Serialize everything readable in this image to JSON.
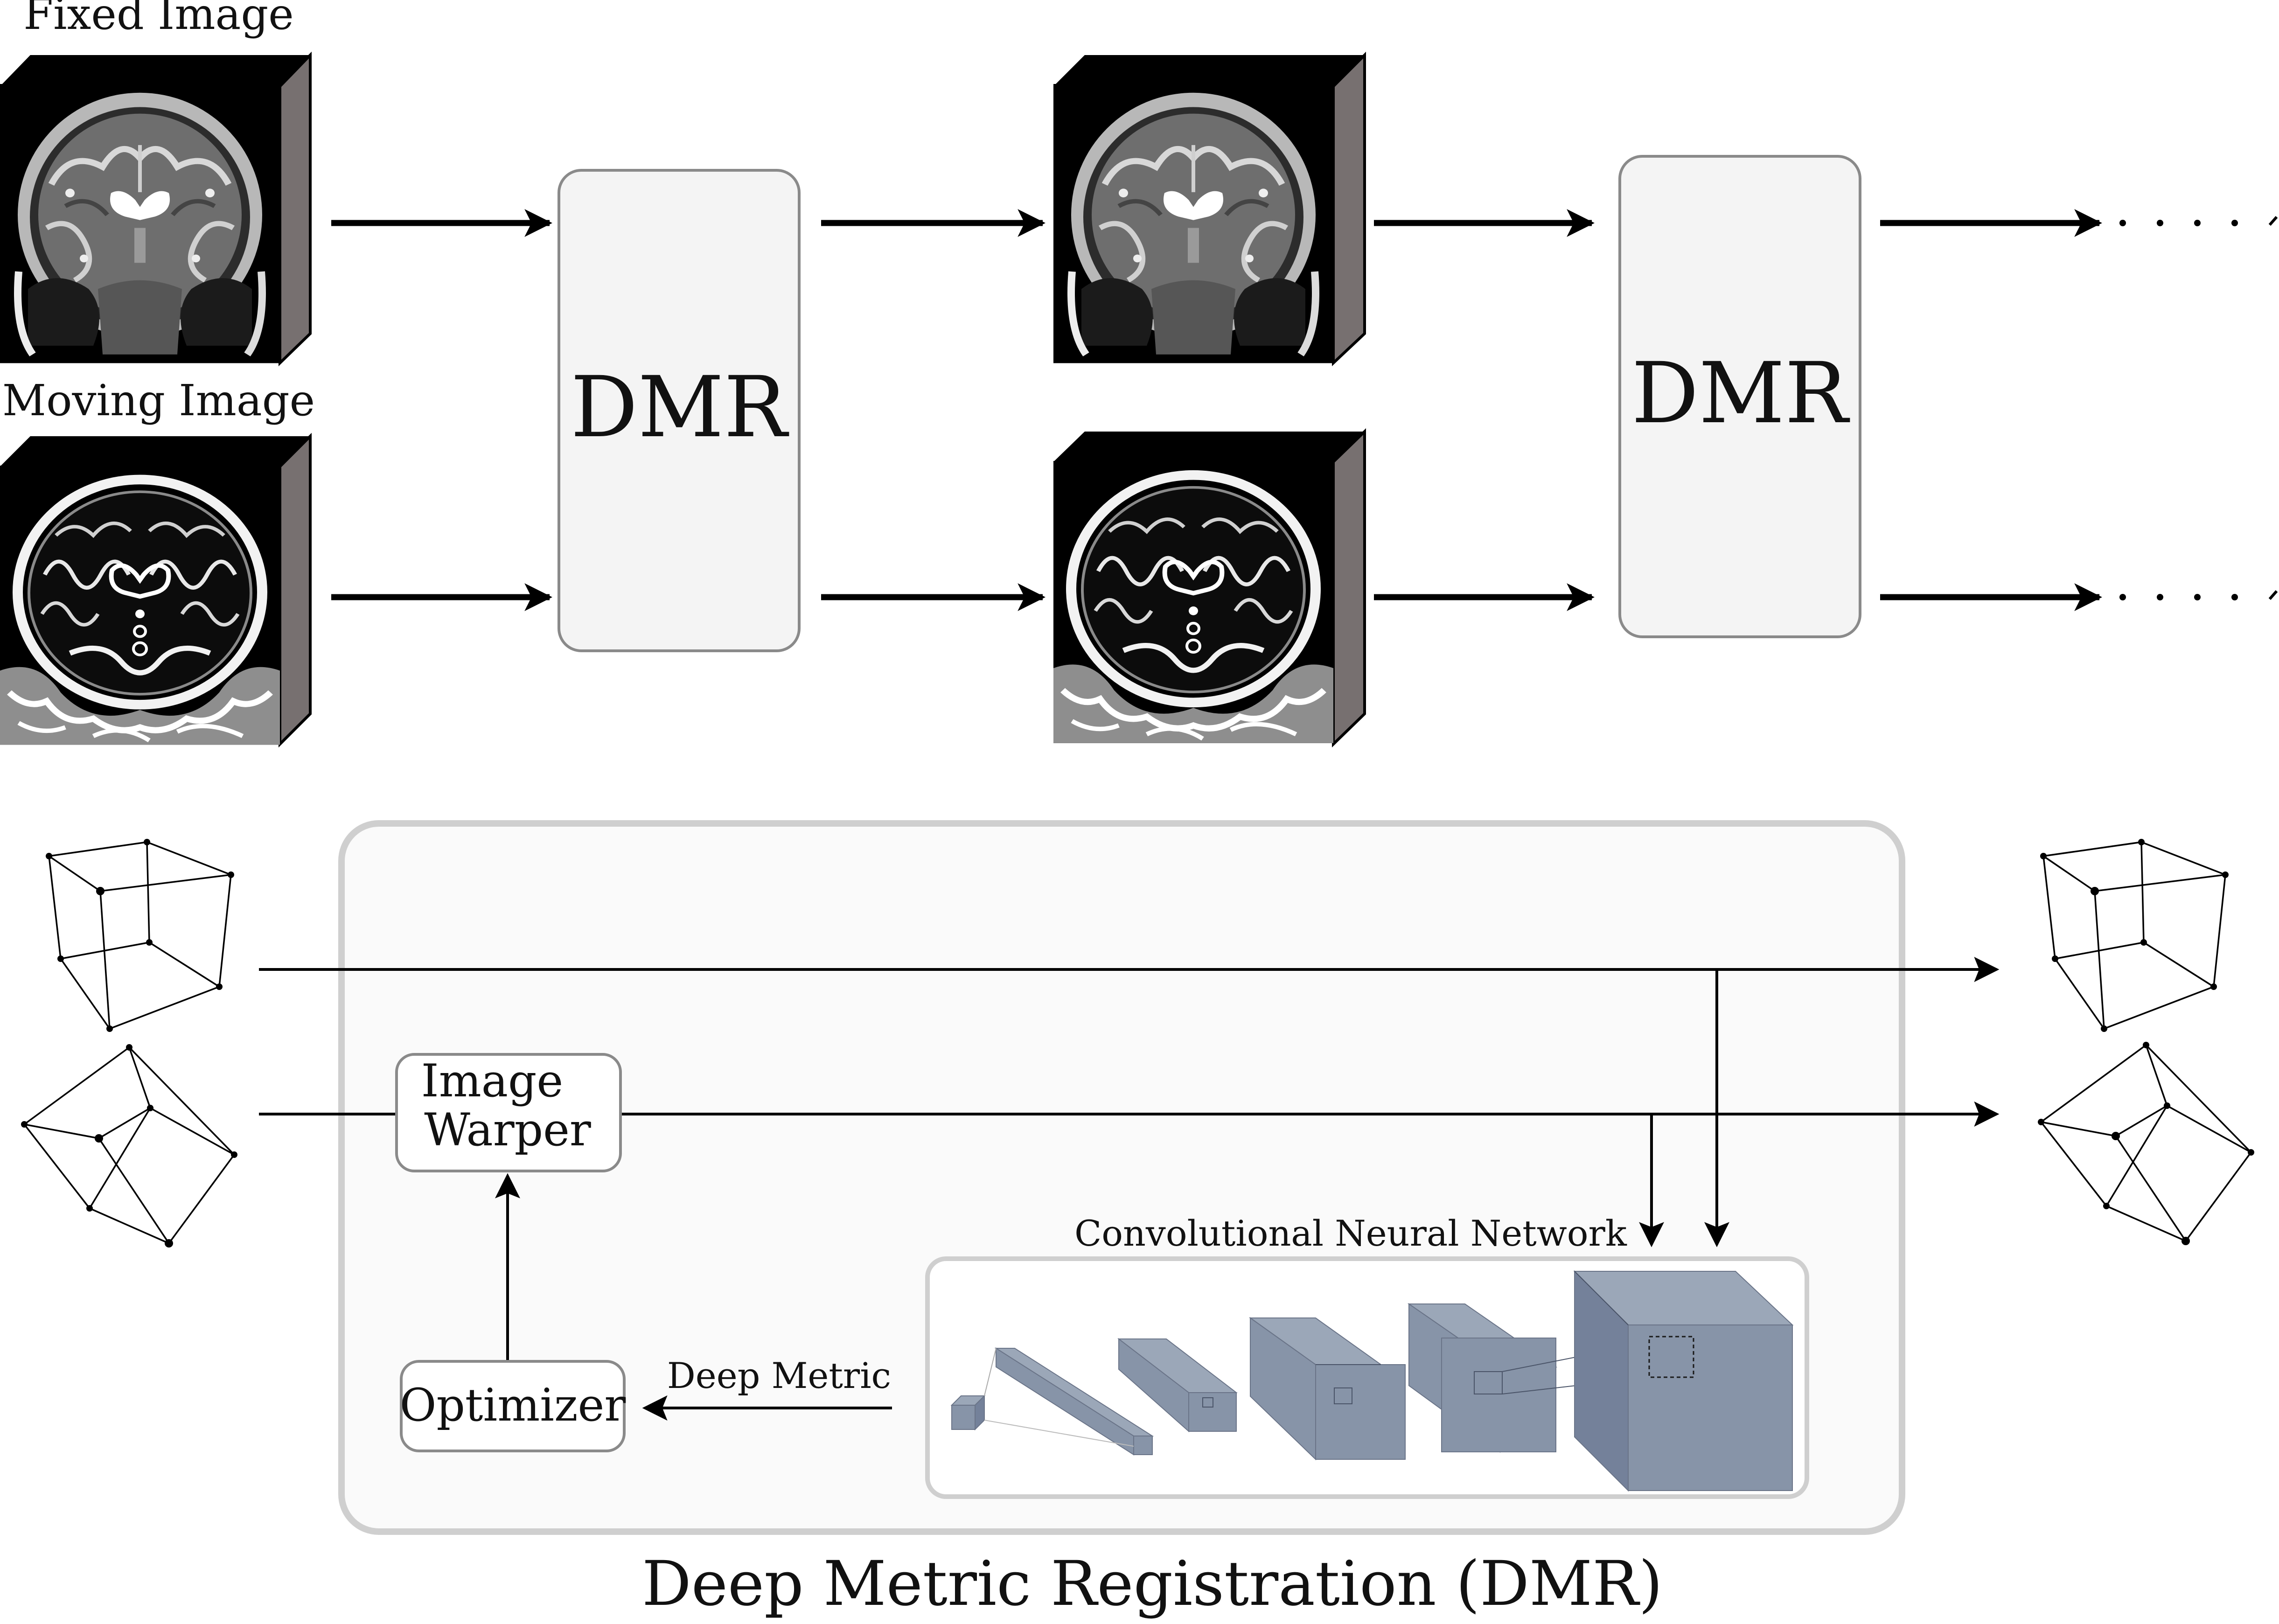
{
  "labels": {
    "fixed_image": "Fixed Image",
    "moving_image": "Moving Image",
    "dmr_block_1": "DMR",
    "dmr_block_2": "DMR",
    "image_warper_line1": "Image",
    "image_warper_line2": "Warper",
    "optimizer": "Optimizer",
    "deep_metric": "Deep Metric",
    "cnn": "Convolutional Neural Network",
    "caption": "Deep Metric Registration (DMR)"
  },
  "colors": {
    "box_fill": "#f4f4f4",
    "box_stroke": "#8a8a8a",
    "panel_fill": "#fafafa",
    "panel_stroke": "#cfcfcf",
    "cnn_block": "#8794a8",
    "cnn_block_top": "#9ba7b8",
    "cnn_block_side": "#74819a",
    "volume_side": "#777070",
    "arrow": "#000000"
  },
  "icons": [
    "brain-mri-fixed-icon",
    "brain-mri-moving-icon",
    "wireframe-cube-icon"
  ]
}
